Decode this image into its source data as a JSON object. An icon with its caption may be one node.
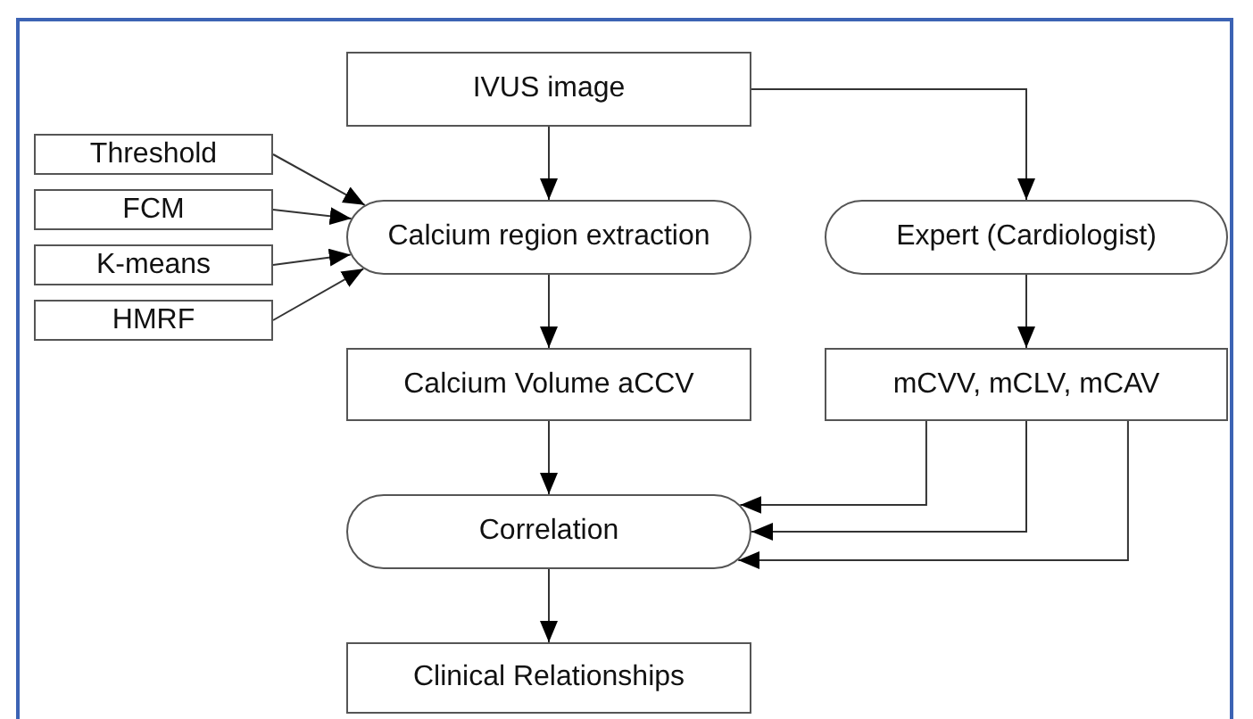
{
  "diagram": {
    "nodes": [
      {
        "text": [
          "IVUS image"
        ]
      },
      {
        "text": [
          "Threshold"
        ]
      },
      {
        "text": [
          "FCM"
        ]
      },
      {
        "text": [
          "K-means"
        ]
      },
      {
        "text": [
          "HMRF"
        ]
      },
      {
        "text": [
          "Calcium region extraction"
        ]
      },
      {
        "text": [
          "Expert (Cardiologist)"
        ]
      },
      {
        "text": [
          "Calcium Volume aCCV"
        ]
      },
      {
        "text": [
          "mCVV, mCLV, mCAV"
        ]
      },
      {
        "text": [
          "Correlation"
        ]
      },
      {
        "text": [
          "Clinical Relationships"
        ]
      }
    ],
    "edges": [
      {
        "from": 0,
        "to": 5,
        "arrow": "to"
      },
      {
        "from": 0,
        "to": 6,
        "arrow": "to"
      },
      {
        "from": 1,
        "to": 5,
        "arrow": "to"
      },
      {
        "from": 2,
        "to": 5,
        "arrow": "to"
      },
      {
        "from": 3,
        "to": 5,
        "arrow": "to"
      },
      {
        "from": 4,
        "to": 5,
        "arrow": "to"
      },
      {
        "from": 5,
        "to": 7,
        "arrow": "to"
      },
      {
        "from": 6,
        "to": 8,
        "arrow": "to"
      },
      {
        "from": 7,
        "to": 9,
        "arrow": "to"
      },
      {
        "from": 8,
        "to": 9,
        "arrow": "to"
      },
      {
        "from": 8,
        "to": 9,
        "arrow": "to"
      },
      {
        "from": 8,
        "to": 9,
        "arrow": "to"
      },
      {
        "from": 9,
        "to": 10,
        "arrow": "to"
      }
    ]
  }
}
